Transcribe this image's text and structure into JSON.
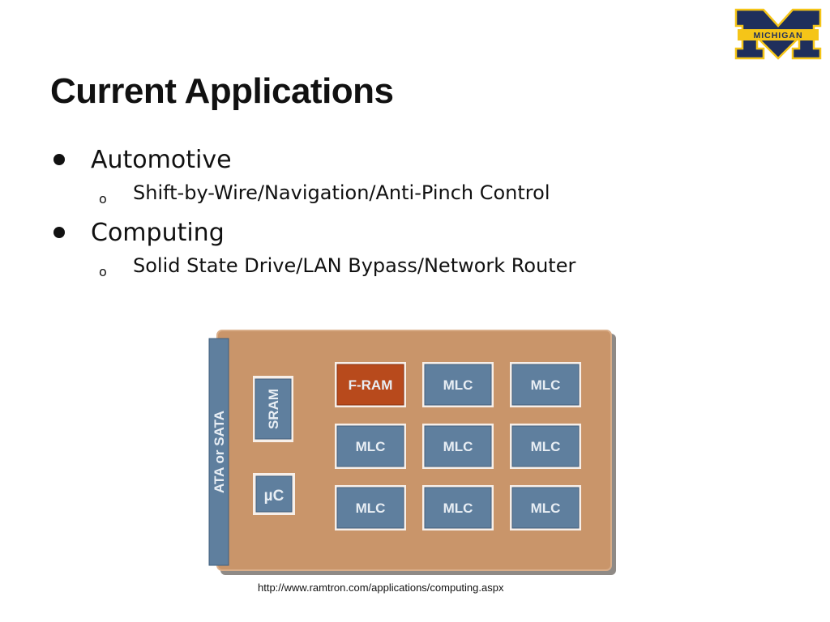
{
  "slide": {
    "title": "Current Applications",
    "bullets": [
      {
        "label": "Automotive",
        "sub": "Shift-by-Wire/Navigation/Anti-Pinch Control"
      },
      {
        "label": "Computing",
        "sub": "Solid State Drive/LAN Bypass/Network Router"
      }
    ]
  },
  "logo": {
    "text": "MICHIGAN",
    "icon": "michigan-block-m-logo",
    "colors": {
      "blue": "#1f2f5c",
      "maize": "#f5c518"
    }
  },
  "diagram": {
    "interface_label": "ATA or SATA",
    "sram_label": "SRAM",
    "uc_label": "µC",
    "chips": [
      [
        "F-RAM",
        "MLC",
        "MLC"
      ],
      [
        "MLC",
        "MLC",
        "MLC"
      ],
      [
        "MLC",
        "MLC",
        "MLC"
      ]
    ],
    "colors": {
      "board": "#c9956a",
      "chip": "#5f7f9e",
      "fram": "#b84a1c"
    }
  },
  "source_url": "http://www.ramtron.com/applications/computing.aspx"
}
